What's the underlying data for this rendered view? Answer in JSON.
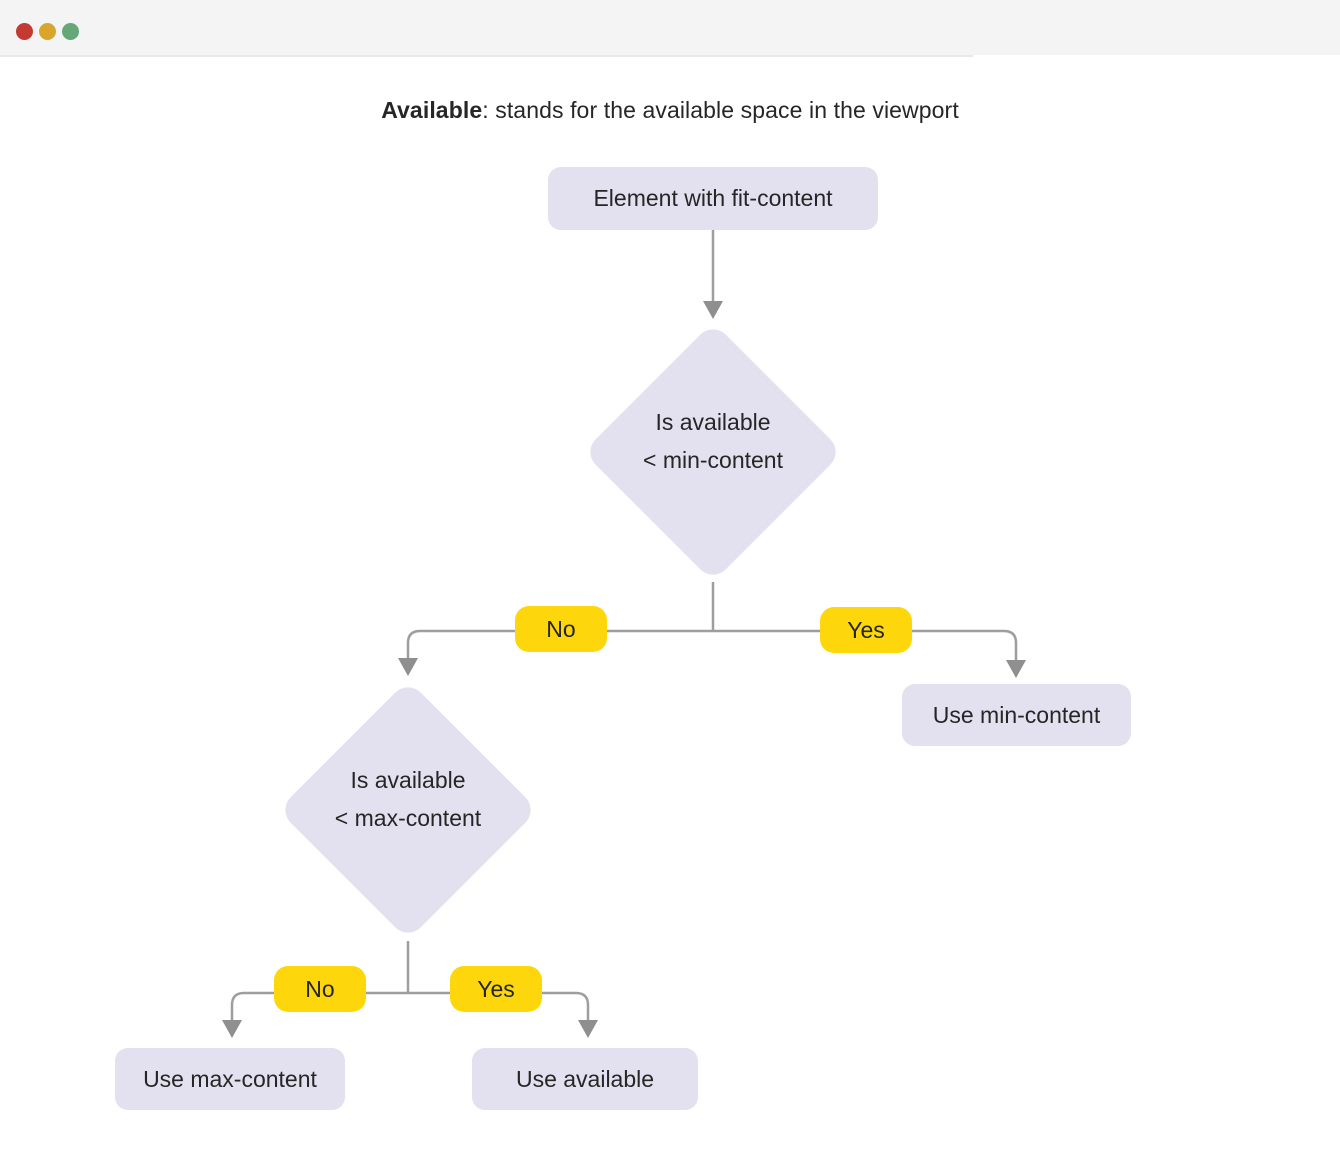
{
  "window": {
    "controls": [
      {
        "name": "close",
        "color": "#c23a31"
      },
      {
        "name": "minimize",
        "color": "#d9a62b"
      },
      {
        "name": "zoom",
        "color": "#63a876"
      }
    ]
  },
  "title": {
    "term": "Available",
    "description": ": stands for the available space in the viewport"
  },
  "nodes": {
    "start": "Element with fit-content",
    "decision1_line1": "Is available",
    "decision1_line2": "< min-content",
    "decision2_line1": "Is available",
    "decision2_line2": "< max-content",
    "use_min": "Use min-content",
    "use_max": "Use max-content",
    "use_available": "Use available"
  },
  "labels": {
    "branch1_no": "No",
    "branch1_yes": "Yes",
    "branch2_no": "No",
    "branch2_yes": "Yes"
  },
  "colors": {
    "node_fill": "#e3e0ef",
    "badge_fill": "#fdd70c",
    "connector": "#9e9e9e",
    "arrowhead": "#8f8f8f",
    "text": "#262626",
    "topbar": "#f4f4f4",
    "background": "#ffffff"
  }
}
